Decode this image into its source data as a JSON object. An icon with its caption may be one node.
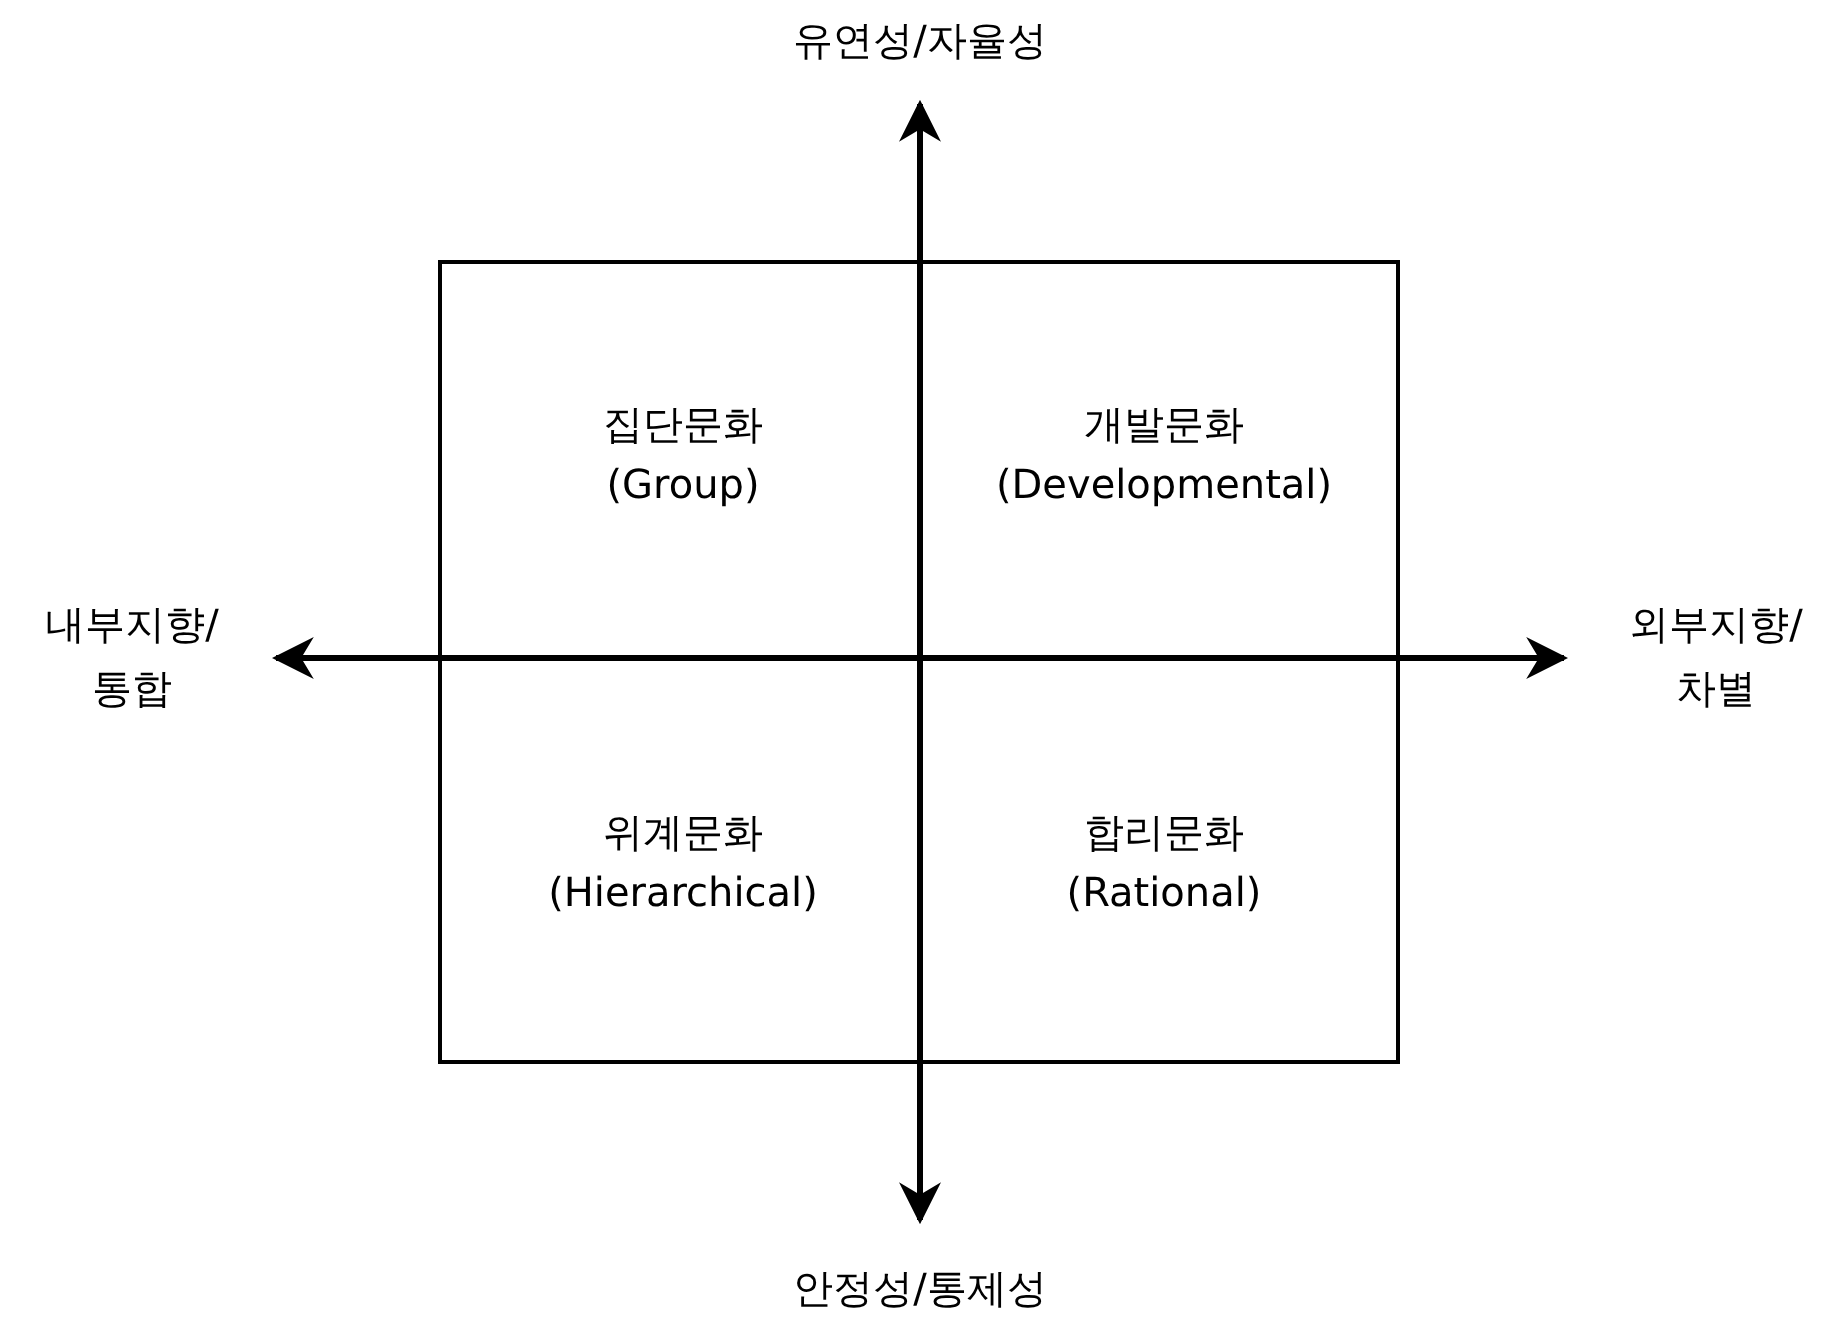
{
  "diagram": {
    "nodes": [
      {
        "text": [],
        "shape": "box"
      },
      {
        "text": [
          "집단문화",
          "(Group)"
        ],
        "in": 0
      },
      {
        "text": [
          "개발문화",
          "(Developmental)"
        ],
        "in": 0
      },
      {
        "text": [
          "위계문화",
          "(Hierarchical)"
        ],
        "in": 0
      },
      {
        "text": [
          "합리문화",
          "(Rational)"
        ],
        "in": 0
      }
    ],
    "edges": [],
    "labels": [
      "유연성/자율성",
      "내부지향/ 통합",
      "외부지향/ 차별",
      "안정성/통제성"
    ]
  }
}
